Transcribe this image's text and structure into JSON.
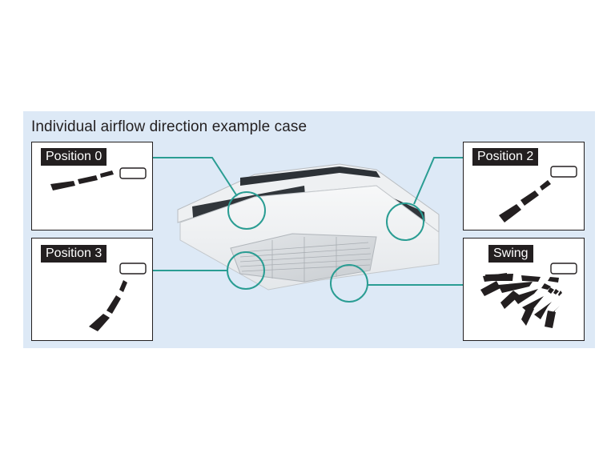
{
  "diagram": {
    "title": "Individual airflow direction example case",
    "positions": [
      {
        "id": "p0",
        "label": "Position 0"
      },
      {
        "id": "p2",
        "label": "Position 2"
      },
      {
        "id": "p3",
        "label": "Position 3"
      },
      {
        "id": "swing",
        "label": "Swing"
      }
    ],
    "colors": {
      "panel_background": "#dde9f6",
      "callout_line": "#2a9d93",
      "label_background": "#231f20",
      "airflow_fill": "#231f20"
    }
  }
}
